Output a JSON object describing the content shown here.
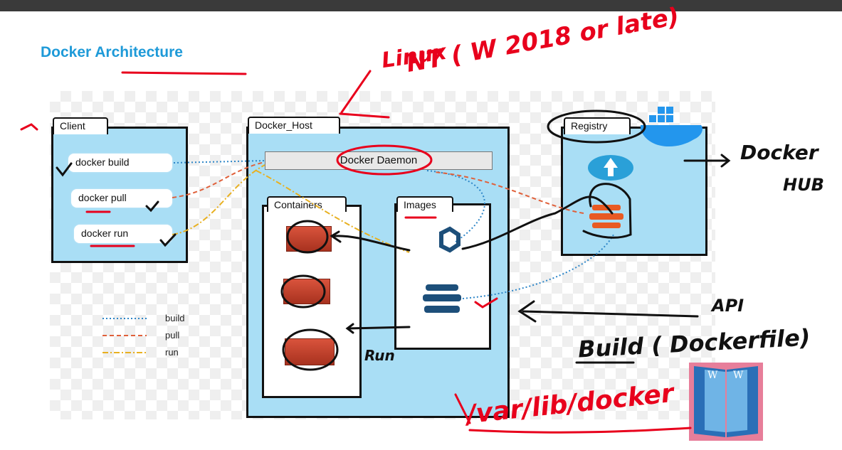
{
  "slide": {
    "title": "Docker Architecture"
  },
  "client": {
    "tab": "Client",
    "commands": [
      "docker build",
      "docker pull",
      "docker run"
    ]
  },
  "host": {
    "tab": "Docker_Host",
    "daemon": "Docker Daemon",
    "containers_tab": "Containers",
    "images_tab": "Images"
  },
  "registry": {
    "tab": "Registry"
  },
  "legend": {
    "items": [
      {
        "label": "build",
        "color": "#2e86c8",
        "style": "dotted"
      },
      {
        "label": "pull",
        "color": "#e0603a",
        "style": "dashed"
      },
      {
        "label": "run",
        "color": "#e8b020",
        "style": "dash-dot"
      }
    ]
  },
  "handwriting": {
    "linux": "Linux",
    "nt": "NT ( W 2018 or late)",
    "docker_hub_1": "Docker",
    "docker_hub_2": "HUB",
    "api": "API",
    "build_note": "Build ( Dockerfile)",
    "run_note": "Run",
    "path_note": "/var/lib/docker"
  },
  "colors": {
    "title": "#1e9ad8",
    "panel": "#a9def5",
    "ink_red": "#e8001c",
    "ink_black": "#111111"
  }
}
